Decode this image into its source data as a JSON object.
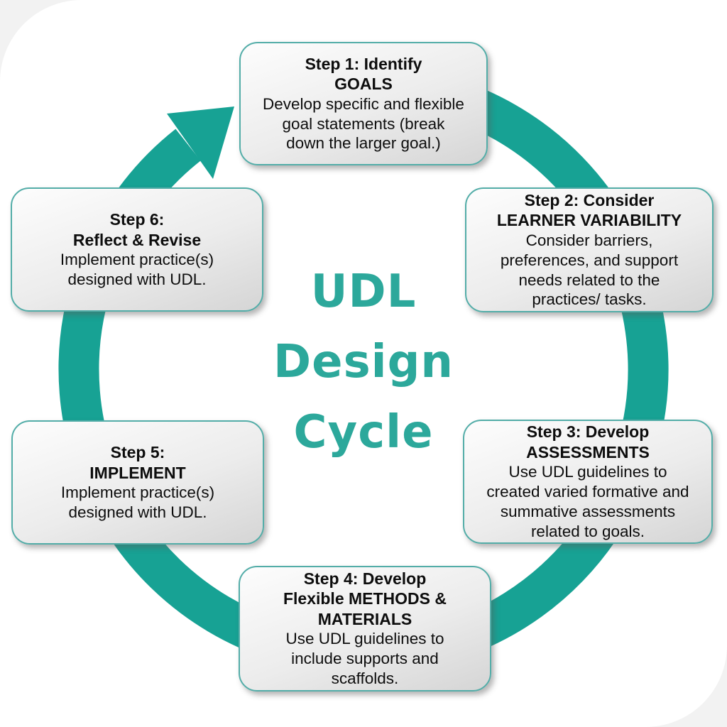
{
  "colors": {
    "page_bg": "#f2f2f2",
    "canvas_bg": "#ffffff",
    "ring": "#17a294",
    "title": "#2ca89b",
    "box_border": "#53ada8",
    "text": "#0d0d0d"
  },
  "title": {
    "lines": [
      "UDL",
      "Design",
      "Cycle"
    ]
  },
  "steps": [
    {
      "heading_lines": [
        "Step 1: Identify",
        "GOALS"
      ],
      "body_lines": [
        "Develop specific and flexible",
        "goal statements (break",
        "down the larger goal.)"
      ]
    },
    {
      "heading_lines": [
        "Step 2: Consider",
        "LEARNER VARIABILITY"
      ],
      "body_lines": [
        "Consider barriers,",
        "preferences, and support",
        "needs related to the",
        "practices/ tasks."
      ]
    },
    {
      "heading_lines": [
        "Step 3: Develop",
        "ASSESSMENTS"
      ],
      "body_lines": [
        "Use UDL guidelines to",
        "created varied formative and",
        "summative assessments",
        "related to goals."
      ]
    },
    {
      "heading_lines": [
        "Step 4: Develop",
        "Flexible METHODS &",
        "MATERIALS"
      ],
      "body_lines": [
        "Use UDL guidelines to",
        "include supports and",
        "scaffolds."
      ]
    },
    {
      "heading_lines": [
        "Step 5:",
        "IMPLEMENT"
      ],
      "body_lines": [
        "Implement practice(s)",
        "designed with UDL."
      ]
    },
    {
      "heading_lines": [
        "Step 6:",
        "Reflect & Revise"
      ],
      "body_lines": [
        "Implement practice(s)",
        "designed with UDL."
      ]
    }
  ]
}
